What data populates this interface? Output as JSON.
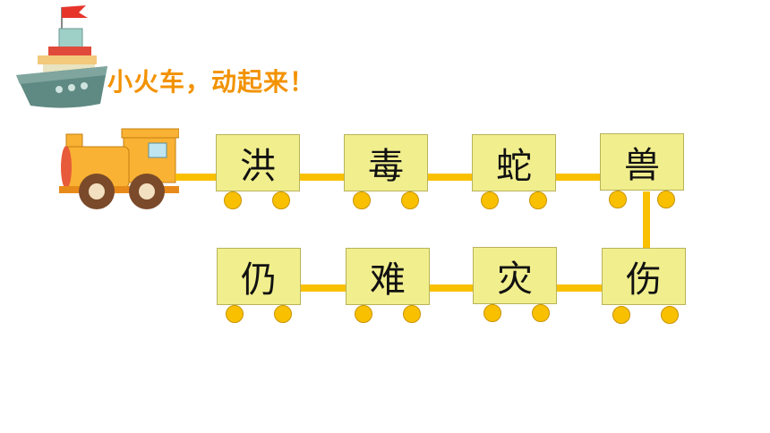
{
  "title": "小火车，动起来！",
  "cars": [
    {
      "char": "洪"
    },
    {
      "char": "毒"
    },
    {
      "char": "蛇"
    },
    {
      "char": "兽"
    },
    {
      "char": "伤"
    },
    {
      "char": "灾"
    },
    {
      "char": "难"
    },
    {
      "char": "仍"
    }
  ],
  "icons": [
    "ship-icon",
    "locomotive-icon"
  ],
  "colors": {
    "title": "#f39200",
    "car_fill": "#f1ee8e",
    "wheel": "#f9c000",
    "locomotive": "#f9b233"
  }
}
